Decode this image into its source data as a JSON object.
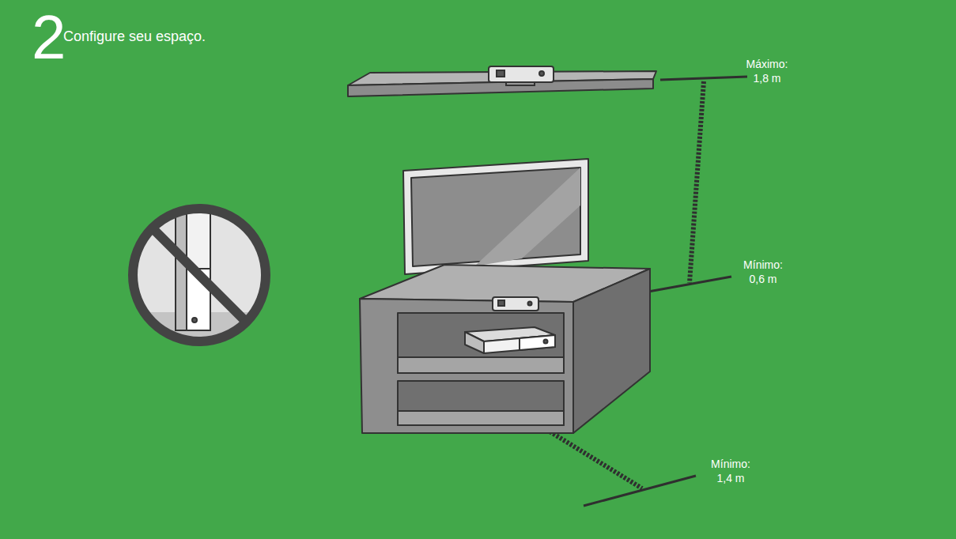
{
  "diagram": {
    "title": "Configure seu espaço.",
    "labels": [
      "2",
      "Máximo: 1,8 m",
      "Mínimo: 0,6 m",
      "Mínimo: 1,4 m"
    ]
  }
}
